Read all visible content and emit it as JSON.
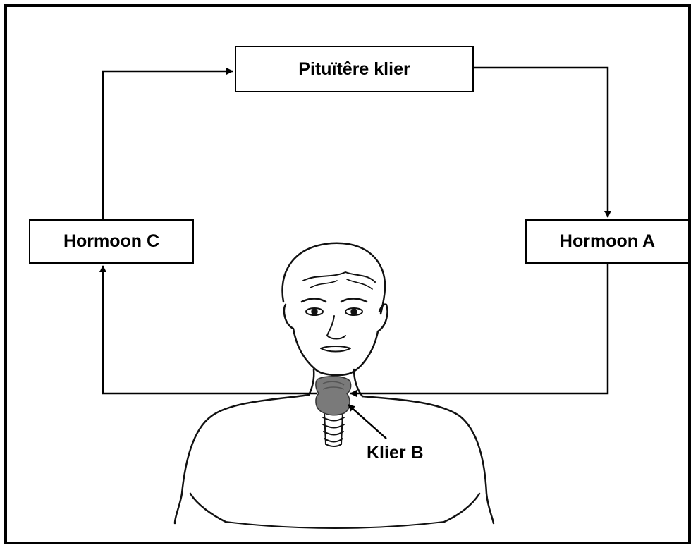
{
  "diagram": {
    "nodes": {
      "pituitary": "Pituïtêre klier",
      "hormone_a": "Hormoon A",
      "hormone_c": "Hormoon C",
      "gland_b": "Klier B"
    },
    "edges": [
      {
        "from": "pituitary",
        "to": "hormone_a"
      },
      {
        "from": "hormone_a",
        "to": "gland_b"
      },
      {
        "from": "gland_b",
        "to": "hormone_c"
      },
      {
        "from": "hormone_c",
        "to": "pituitary"
      }
    ],
    "illustration": "human-torso-with-thyroid",
    "colors": {
      "line": "#000000",
      "gland": "#7a7a7a"
    }
  }
}
